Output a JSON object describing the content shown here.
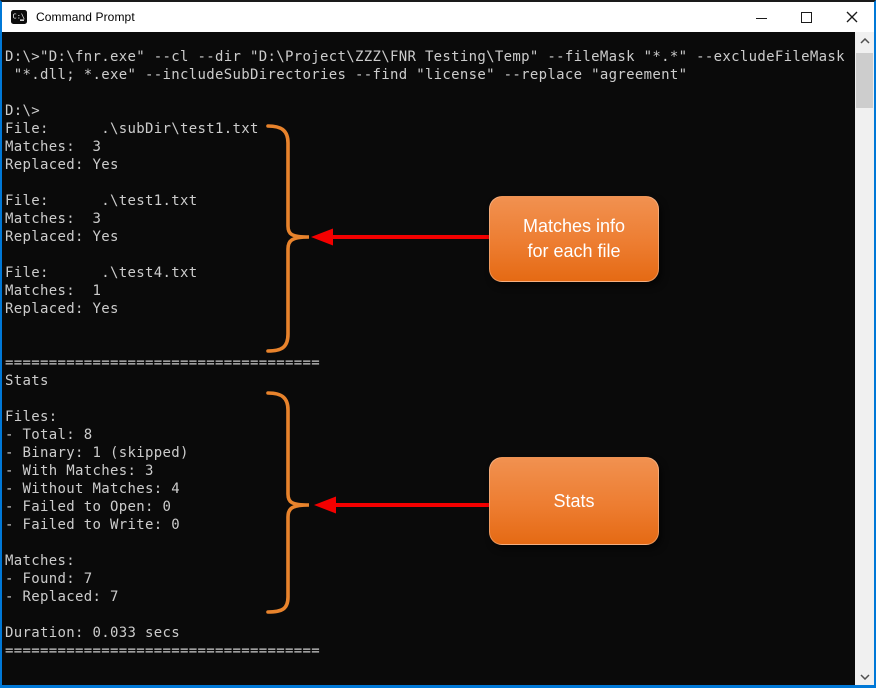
{
  "window": {
    "title": "Command Prompt"
  },
  "colors": {
    "accent_border": "#0078d7",
    "console_bg": "#0a0a0a",
    "console_text": "#cccccc",
    "brace_orange": "#e8832c",
    "arrow_red": "#f40000",
    "callout_gradient_top": "#f19150",
    "callout_gradient_bottom": "#e56a14"
  },
  "console": {
    "lines": [
      "D:\\>\"D:\\fnr.exe\" --cl --dir \"D:\\Project\\ZZZ\\FNR Testing\\Temp\" --fileMask \"*.*\" --excludeFileMask",
      " \"*.dll; *.exe\" --includeSubDirectories --find \"license\" --replace \"agreement\"",
      "",
      "D:\\>",
      "File:      .\\subDir\\test1.txt",
      "Matches:  3",
      "Replaced: Yes",
      "",
      "File:      .\\test1.txt",
      "Matches:  3",
      "Replaced: Yes",
      "",
      "File:      .\\test4.txt",
      "Matches:  1",
      "Replaced: Yes",
      "",
      "",
      "====================================",
      "Stats",
      "",
      "Files:",
      "- Total: 8",
      "- Binary: 1 (skipped)",
      "- With Matches: 3",
      "- Without Matches: 4",
      "- Failed to Open: 0",
      "- Failed to Write: 0",
      "",
      "Matches:",
      "- Found: 7",
      "- Replaced: 7",
      "",
      "Duration: 0.033 secs",
      "===================================="
    ]
  },
  "callouts": [
    {
      "line1": "Matches info",
      "line2": "for each file"
    },
    {
      "line1": "Stats",
      "line2": ""
    }
  ]
}
